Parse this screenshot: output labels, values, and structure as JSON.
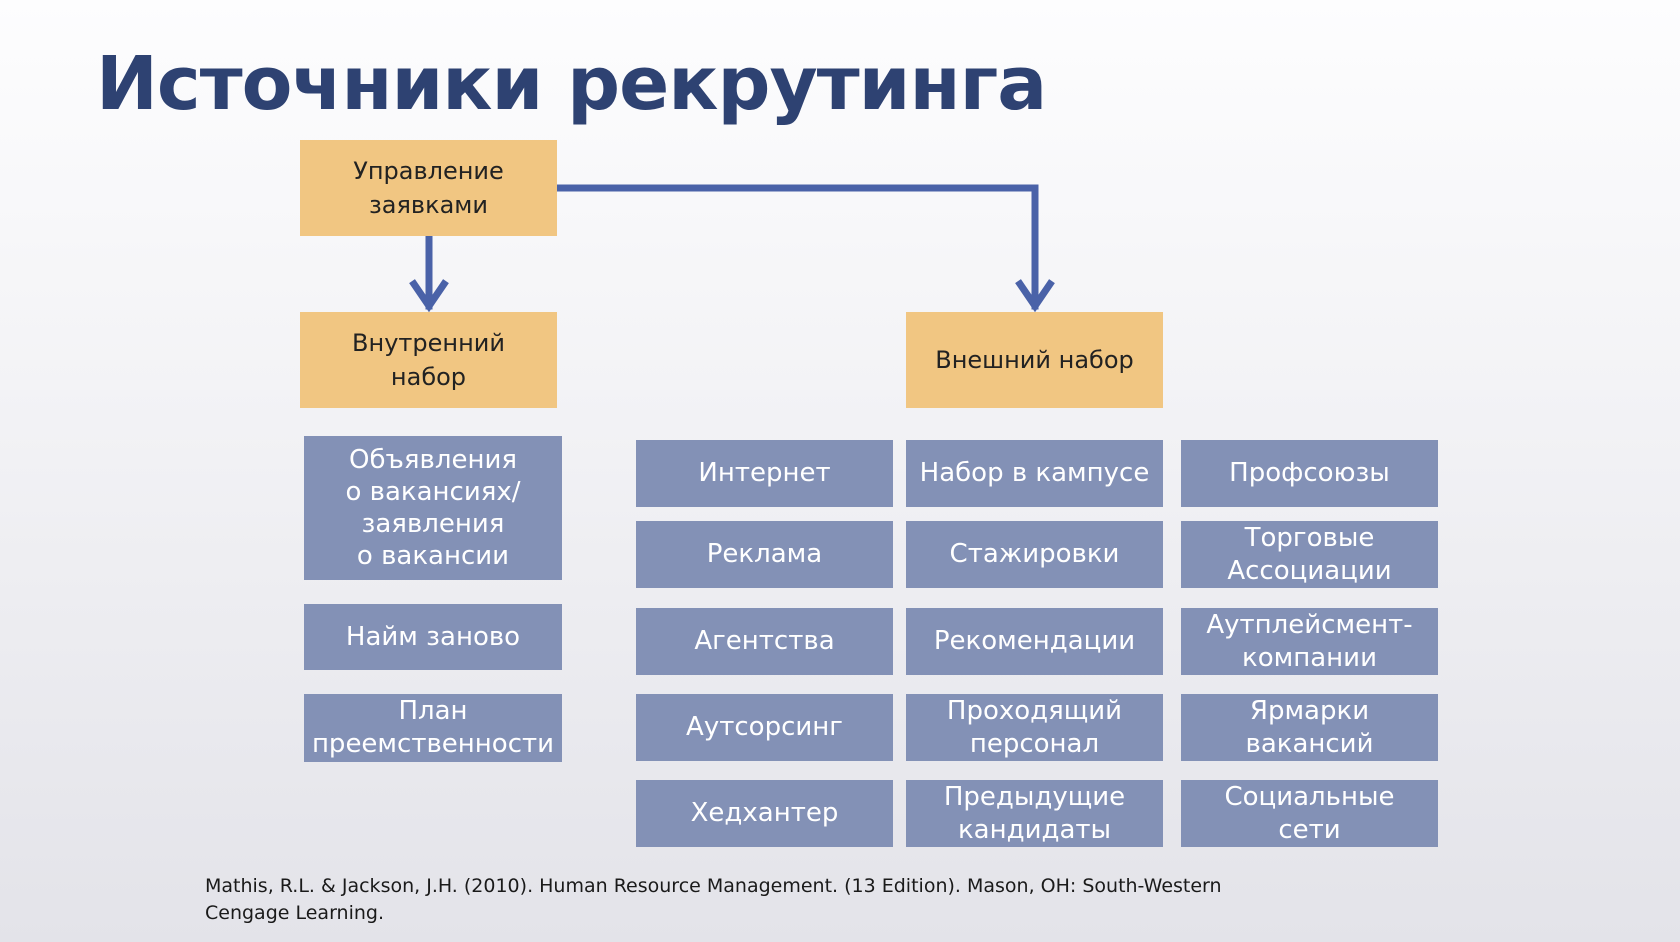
{
  "title": "Источники рекрутинга",
  "colors": {
    "title": "#2e4272",
    "header_box": "#f1c682",
    "source_box": "#8391b6",
    "arrow": "#4a62a8"
  },
  "management": {
    "label": "Управление\nзаявками"
  },
  "internal": {
    "label": "Внутренний\nнабор",
    "items": [
      "Объявления\nо вакансиях/\nзаявления\nо вакансии",
      "Найм заново",
      "План\nпреемственности"
    ]
  },
  "external": {
    "label": "Внешний набор",
    "columns": [
      [
        "Интернет",
        "Реклама",
        "Агентства",
        "Аутсорсинг",
        "Хедхантер"
      ],
      [
        "Набор в кампусе",
        "Стажировки",
        "Рекомендации",
        "Проходящий\nперсонал",
        "Предыдущие\nкандидаты"
      ],
      [
        "Профсоюзы",
        "Торговые\nАссоциации",
        "Аутплейсмент-\nкомпании",
        "Ярмарки\nвакансий",
        "Социальные\nсети"
      ]
    ]
  },
  "citation": "Mathis, R.L. & Jackson, J.H. (2010). Human Resource Management. (13 Edition). Mason, OH: South-Western Cengage Learning."
}
